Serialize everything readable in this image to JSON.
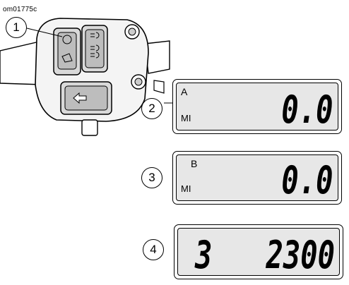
{
  "figure_id": "om01775c",
  "callouts": [
    "1",
    "2",
    "3",
    "4"
  ],
  "trip_a": {
    "label": "A",
    "unit": "MI",
    "value": "0.0"
  },
  "trip_b": {
    "label": "B",
    "unit": "MI",
    "value": "0.0"
  },
  "range_display": {
    "gear": "3",
    "value": "2300"
  },
  "icons": {
    "upper_left_button": "horn-icon",
    "upper_right_button": "headlamp-high-low-icon",
    "lower_button": "left-turn-arrow-icon"
  }
}
